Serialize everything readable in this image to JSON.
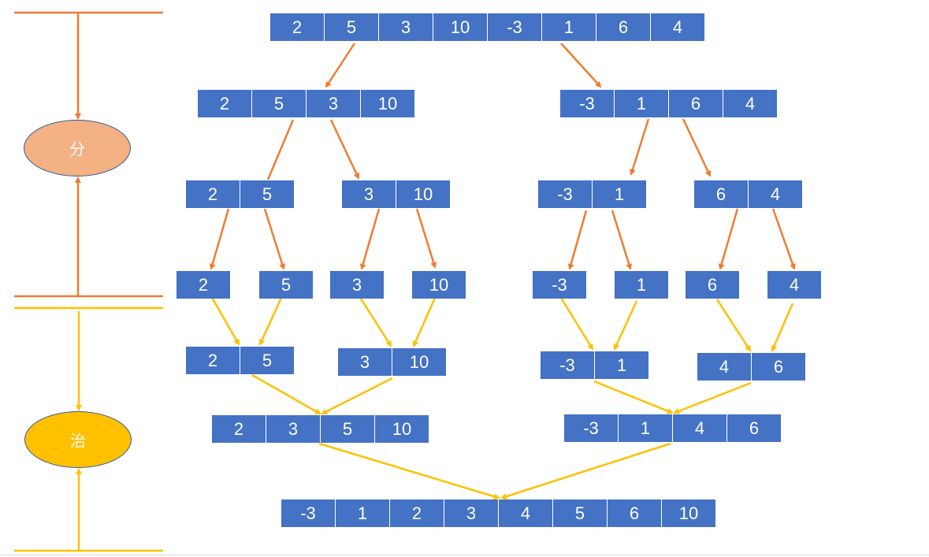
{
  "phases": {
    "divide": {
      "label": "分",
      "fill": "#f4b183",
      "line": "#ed7d31"
    },
    "conquer": {
      "label": "治",
      "fill": "#ffc000",
      "line": "#ffc000"
    }
  },
  "cell_color": "#4472c4",
  "arrow_colors": {
    "divide": "#ed7d31",
    "conquer": "#ffc000"
  },
  "rows": [
    {
      "id": "r0",
      "values": [
        "2",
        "5",
        "3",
        "10",
        "-3",
        "1",
        "6",
        "4"
      ]
    },
    {
      "id": "r1a",
      "values": [
        "2",
        "5",
        "3",
        "10"
      ]
    },
    {
      "id": "r1b",
      "values": [
        "-3",
        "1",
        "6",
        "4"
      ]
    },
    {
      "id": "r2a",
      "values": [
        "2",
        "5"
      ]
    },
    {
      "id": "r2b",
      "values": [
        "3",
        "10"
      ]
    },
    {
      "id": "r2c",
      "values": [
        "-3",
        "1"
      ]
    },
    {
      "id": "r2d",
      "values": [
        "6",
        "4"
      ]
    },
    {
      "id": "r3a",
      "values": [
        "2"
      ]
    },
    {
      "id": "r3b",
      "values": [
        "5"
      ]
    },
    {
      "id": "r3c",
      "values": [
        "3"
      ]
    },
    {
      "id": "r3d",
      "values": [
        "10"
      ]
    },
    {
      "id": "r3e",
      "values": [
        "-3"
      ]
    },
    {
      "id": "r3f",
      "values": [
        "1"
      ]
    },
    {
      "id": "r3g",
      "values": [
        "6"
      ]
    },
    {
      "id": "r3h",
      "values": [
        "4"
      ]
    },
    {
      "id": "r4a",
      "values": [
        "2",
        "5"
      ]
    },
    {
      "id": "r4b",
      "values": [
        "3",
        "10"
      ]
    },
    {
      "id": "r4c",
      "values": [
        "-3",
        "1"
      ]
    },
    {
      "id": "r4d",
      "values": [
        "4",
        "6"
      ]
    },
    {
      "id": "r5a",
      "values": [
        "2",
        "3",
        "5",
        "10"
      ]
    },
    {
      "id": "r5b",
      "values": [
        "-3",
        "1",
        "4",
        "6"
      ]
    },
    {
      "id": "r6",
      "values": [
        "-3",
        "1",
        "2",
        "3",
        "4",
        "5",
        "6",
        "10"
      ]
    }
  ]
}
